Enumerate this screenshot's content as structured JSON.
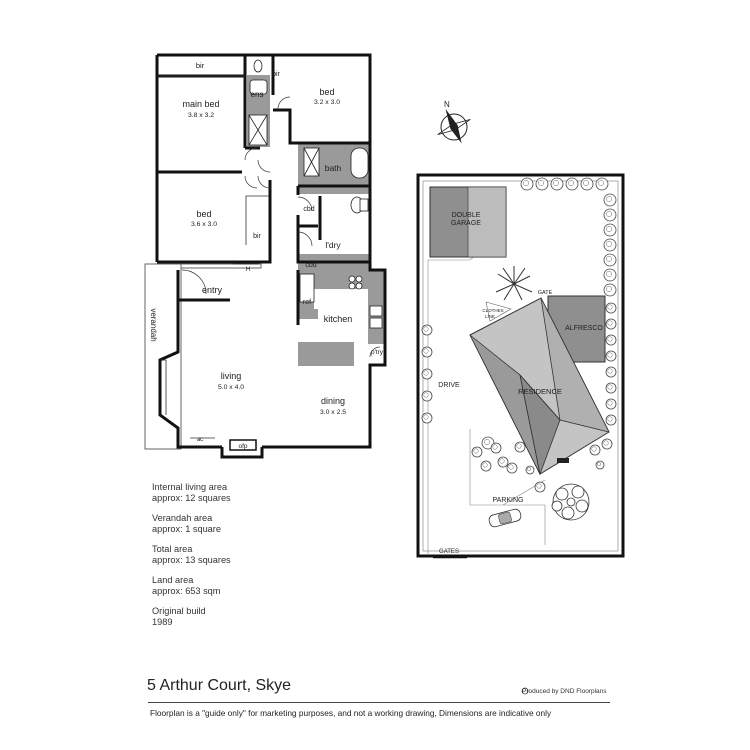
{
  "rooms": {
    "bir_top": "bir",
    "main_bed": "main bed",
    "main_bed_dims": "3.8 x 3.2",
    "ens": "ens",
    "bir_small": "bir",
    "bed1": "bed",
    "bed1_dims": "3.2 x 3.0",
    "bath": "bath",
    "cbd_left": "cbd",
    "laundry": "l'dry",
    "bed2": "bed",
    "bed2_dims": "3.6 x 3.0",
    "bir_side": "bir",
    "cbd_bottom": "cbd",
    "h_mark": "H",
    "entry": "entry",
    "verandah": "verandah",
    "ref": "ref",
    "kitchen": "kitchen",
    "pantry": "p'try",
    "living": "living",
    "living_dims": "5.0 x 4.0",
    "dining": "dining",
    "dining_dims": "3.0 x 2.5",
    "ac": "ac",
    "ofp": "ofp"
  },
  "site": {
    "north": "N",
    "double_garage_l1": "DOUBLE",
    "double_garage_l2": "GARAGE",
    "gate_top": "GATE",
    "clothes_line_l1": "CLOTHES",
    "clothes_line_l2": "LINE",
    "alfresco": "ALFRESCO",
    "drive": "DRIVE",
    "residence": "RESIDENCE",
    "parking": "PARKING",
    "gates": "GATES"
  },
  "info": {
    "internal_l1": "Internal living area",
    "internal_l2": "approx: 12 squares",
    "verandah_l1": "Verandah area",
    "verandah_l2": "approx: 1 square",
    "total_l1": "Total area",
    "total_l2": "approx: 13 squares",
    "land_l1": "Land area",
    "land_l2": "approx: 653 sqm",
    "build_l1": "Original build",
    "build_l2": "1989"
  },
  "footer": {
    "address": "5 Arthur Court, Skye",
    "credit": "Produced by DND Floorplans",
    "disclaimer": "Floorplan is a  \"guide only\" for marketing purposes, and not a working drawing,  Dimensions are indicative only"
  },
  "colors": {
    "wall": "#111111",
    "wet_area_fill": "#9a9a9a",
    "bench_fill": "#9a9a9a",
    "garage_fill": "#8f8f8f",
    "garage_light": "#bcbcbc",
    "roof_light": "#c4c4c4",
    "roof_dark": "#8a8a8a",
    "tree_stroke": "#444444"
  }
}
